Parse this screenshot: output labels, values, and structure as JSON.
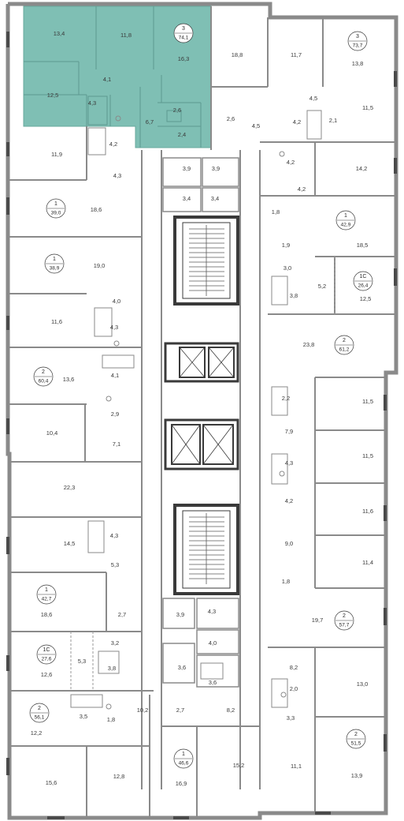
{
  "plan": {
    "highlight_color": "#7fbfb4",
    "wall_color": "#8a8a8a",
    "core_color": "#3a3a3a",
    "apartments": [
      {
        "id": "apt-top-left-highlight",
        "rooms": "3",
        "area": "74,1"
      },
      {
        "id": "apt-top-right",
        "rooms": "3",
        "area": "73,7"
      },
      {
        "id": "apt-left-39",
        "rooms": "1",
        "area": "39,0"
      },
      {
        "id": "apt-right-42-9",
        "rooms": "1",
        "area": "42,9"
      },
      {
        "id": "apt-left-38-9",
        "rooms": "1",
        "area": "38,9"
      },
      {
        "id": "apt-right-26-4",
        "rooms": "1С",
        "area": "26,4"
      },
      {
        "id": "apt-right-61-2",
        "rooms": "2",
        "area": "61,2"
      },
      {
        "id": "apt-left-60-4",
        "rooms": "2",
        "area": "60,4"
      },
      {
        "id": "apt-left-42-7",
        "rooms": "1",
        "area": "42,7"
      },
      {
        "id": "apt-right-57-7",
        "rooms": "2",
        "area": "57,7"
      },
      {
        "id": "apt-left-27-6",
        "rooms": "1С",
        "area": "27,6"
      },
      {
        "id": "apt-left-56-1",
        "rooms": "2",
        "area": "56,1"
      },
      {
        "id": "apt-right-51-5",
        "rooms": "2",
        "area": "51,5"
      },
      {
        "id": "apt-bottom-46-6",
        "rooms": "1",
        "area": "46,6"
      }
    ],
    "rooms": [
      "13,4",
      "11,8",
      "16,3",
      "12,5",
      "4,1",
      "4,3",
      "6,7",
      "2,6",
      "2,4",
      "4,2",
      "18,8",
      "2,6",
      "4,5",
      "11,7",
      "13,8",
      "4,5",
      "11,5",
      "4,2",
      "2,1",
      "11,9",
      "4,3",
      "18,6",
      "3,9",
      "3,9",
      "3,4",
      "3,4",
      "4,2",
      "14,2",
      "4,2",
      "1,8",
      "18,5",
      "1,9",
      "19,0",
      "4,0",
      "11,6",
      "4,3",
      "3,0",
      "5,2",
      "3,8",
      "12,5",
      "23,8",
      "13,6",
      "4,1",
      "2,9",
      "10,4",
      "7,1",
      "2,2",
      "11,5",
      "7,9",
      "11,5",
      "22,3",
      "4,3",
      "4,2",
      "11,6",
      "14,5",
      "4,3",
      "5,3",
      "9,0",
      "11,4",
      "1,8",
      "18,6",
      "2,7",
      "3,9",
      "4,3",
      "4,0",
      "19,7",
      "3,2",
      "5,3",
      "3,8",
      "12,6",
      "3,6",
      "3,6",
      "8,2",
      "2,0",
      "13,0",
      "3,3",
      "12,2",
      "3,5",
      "1,8",
      "10,2",
      "2,7",
      "8,2",
      "15,6",
      "12,8",
      "16,9",
      "15,2",
      "11,1",
      "13,9"
    ]
  }
}
